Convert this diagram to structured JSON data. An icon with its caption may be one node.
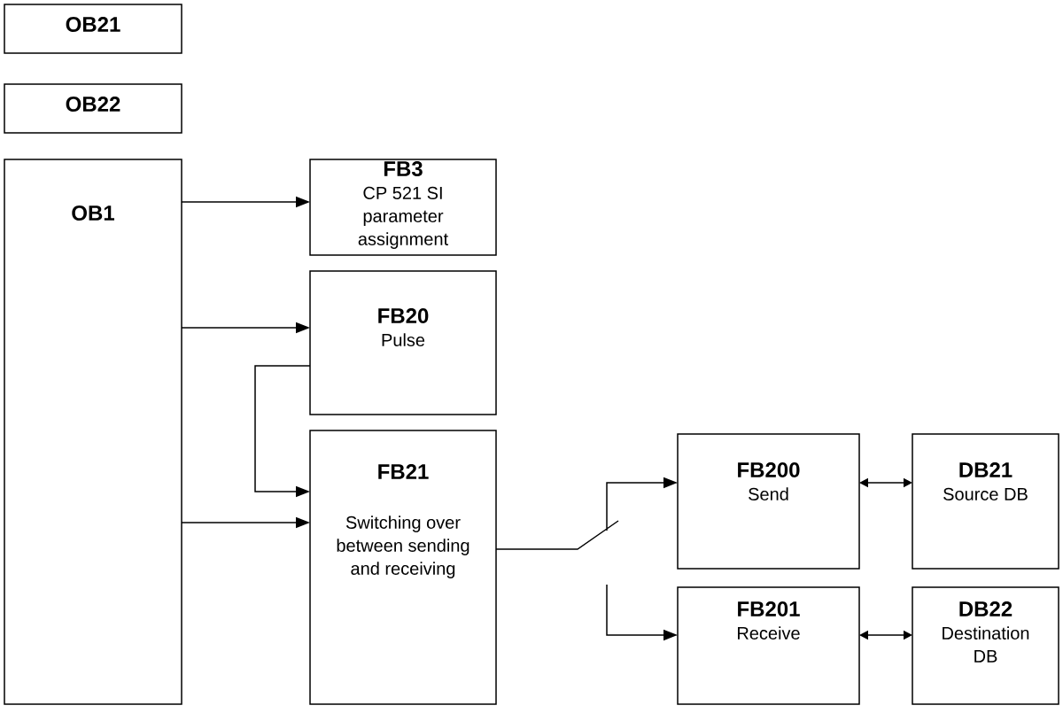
{
  "diagram": {
    "nodes": [
      {
        "text": [
          "OB21"
        ]
      },
      {
        "text": [
          "OB22"
        ]
      },
      {
        "text": [
          "OB1"
        ]
      },
      {
        "text": [
          "FB3",
          "CP 521 SI parameter assignment"
        ]
      },
      {
        "text": [
          "FB20",
          "Pulse"
        ]
      },
      {
        "text": [
          "FB21",
          "Switching over between sending and receiving"
        ]
      },
      {
        "text": [
          "FB200",
          "Send"
        ]
      },
      {
        "text": [
          "DB21",
          "Source DB"
        ]
      },
      {
        "text": [
          "FB201",
          "Receive"
        ]
      },
      {
        "text": [
          "DB22",
          "Destination DB"
        ]
      }
    ],
    "edges": [
      {
        "from": 2,
        "to": 3,
        "arrow": "to"
      },
      {
        "from": 2,
        "to": 4,
        "arrow": "to"
      },
      {
        "from": 4,
        "to": 5,
        "arrow": "to"
      },
      {
        "from": 2,
        "to": 5,
        "arrow": "to"
      },
      {
        "from": 5,
        "to": 6,
        "arrow": "to"
      },
      {
        "from": null,
        "to": 8,
        "arrow": "to"
      },
      {
        "from": 6,
        "to": 7,
        "arrow": "both"
      },
      {
        "from": 8,
        "to": 9,
        "arrow": "both"
      }
    ]
  }
}
